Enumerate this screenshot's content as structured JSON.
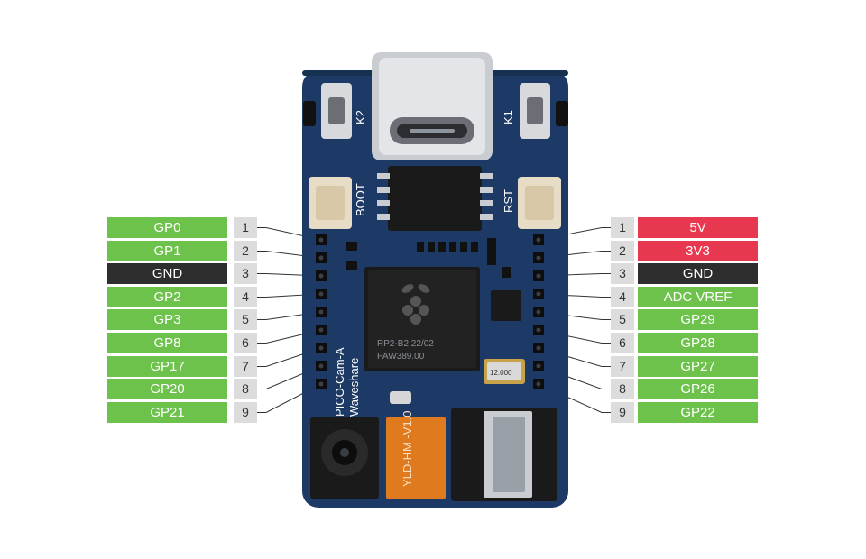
{
  "colors": {
    "gpio": "#6cc24a",
    "power": "#e8384f",
    "ground": "#2e2e2e",
    "pcb": "#1d3a66",
    "connector_line": "#333333"
  },
  "left_header": [
    {
      "num": "1",
      "label": "GP0",
      "kind": "gpio"
    },
    {
      "num": "2",
      "label": "GP1",
      "kind": "gpio"
    },
    {
      "num": "3",
      "label": "GND",
      "kind": "ground"
    },
    {
      "num": "4",
      "label": "GP2",
      "kind": "gpio"
    },
    {
      "num": "5",
      "label": "GP3",
      "kind": "gpio"
    },
    {
      "num": "6",
      "label": "GP8",
      "kind": "gpio"
    },
    {
      "num": "7",
      "label": "GP17",
      "kind": "gpio"
    },
    {
      "num": "8",
      "label": "GP20",
      "kind": "gpio"
    },
    {
      "num": "9",
      "label": "GP21",
      "kind": "gpio"
    }
  ],
  "right_header": [
    {
      "num": "1",
      "label": "5V",
      "kind": "power"
    },
    {
      "num": "2",
      "label": "3V3",
      "kind": "power"
    },
    {
      "num": "3",
      "label": "GND",
      "kind": "ground"
    },
    {
      "num": "4",
      "label": "ADC VREF",
      "kind": "gpio"
    },
    {
      "num": "5",
      "label": "GP29",
      "kind": "gpio"
    },
    {
      "num": "6",
      "label": "GP28",
      "kind": "gpio"
    },
    {
      "num": "7",
      "label": "GP27",
      "kind": "gpio"
    },
    {
      "num": "8",
      "label": "GP26",
      "kind": "gpio"
    },
    {
      "num": "9",
      "label": "GP22",
      "kind": "gpio"
    }
  ],
  "board": {
    "silk_k2": "K2",
    "silk_k1": "K1",
    "silk_boot": "BOOT",
    "silk_rst": "RST",
    "silk_name": "PICO-Cam-A",
    "silk_brand": "Waveshare",
    "chip_line1": "RP2-B2   22/02",
    "chip_line2": "PAW389.00",
    "crystal_text": "12.000",
    "fpc_text": "YLD-HM -V1.0"
  }
}
